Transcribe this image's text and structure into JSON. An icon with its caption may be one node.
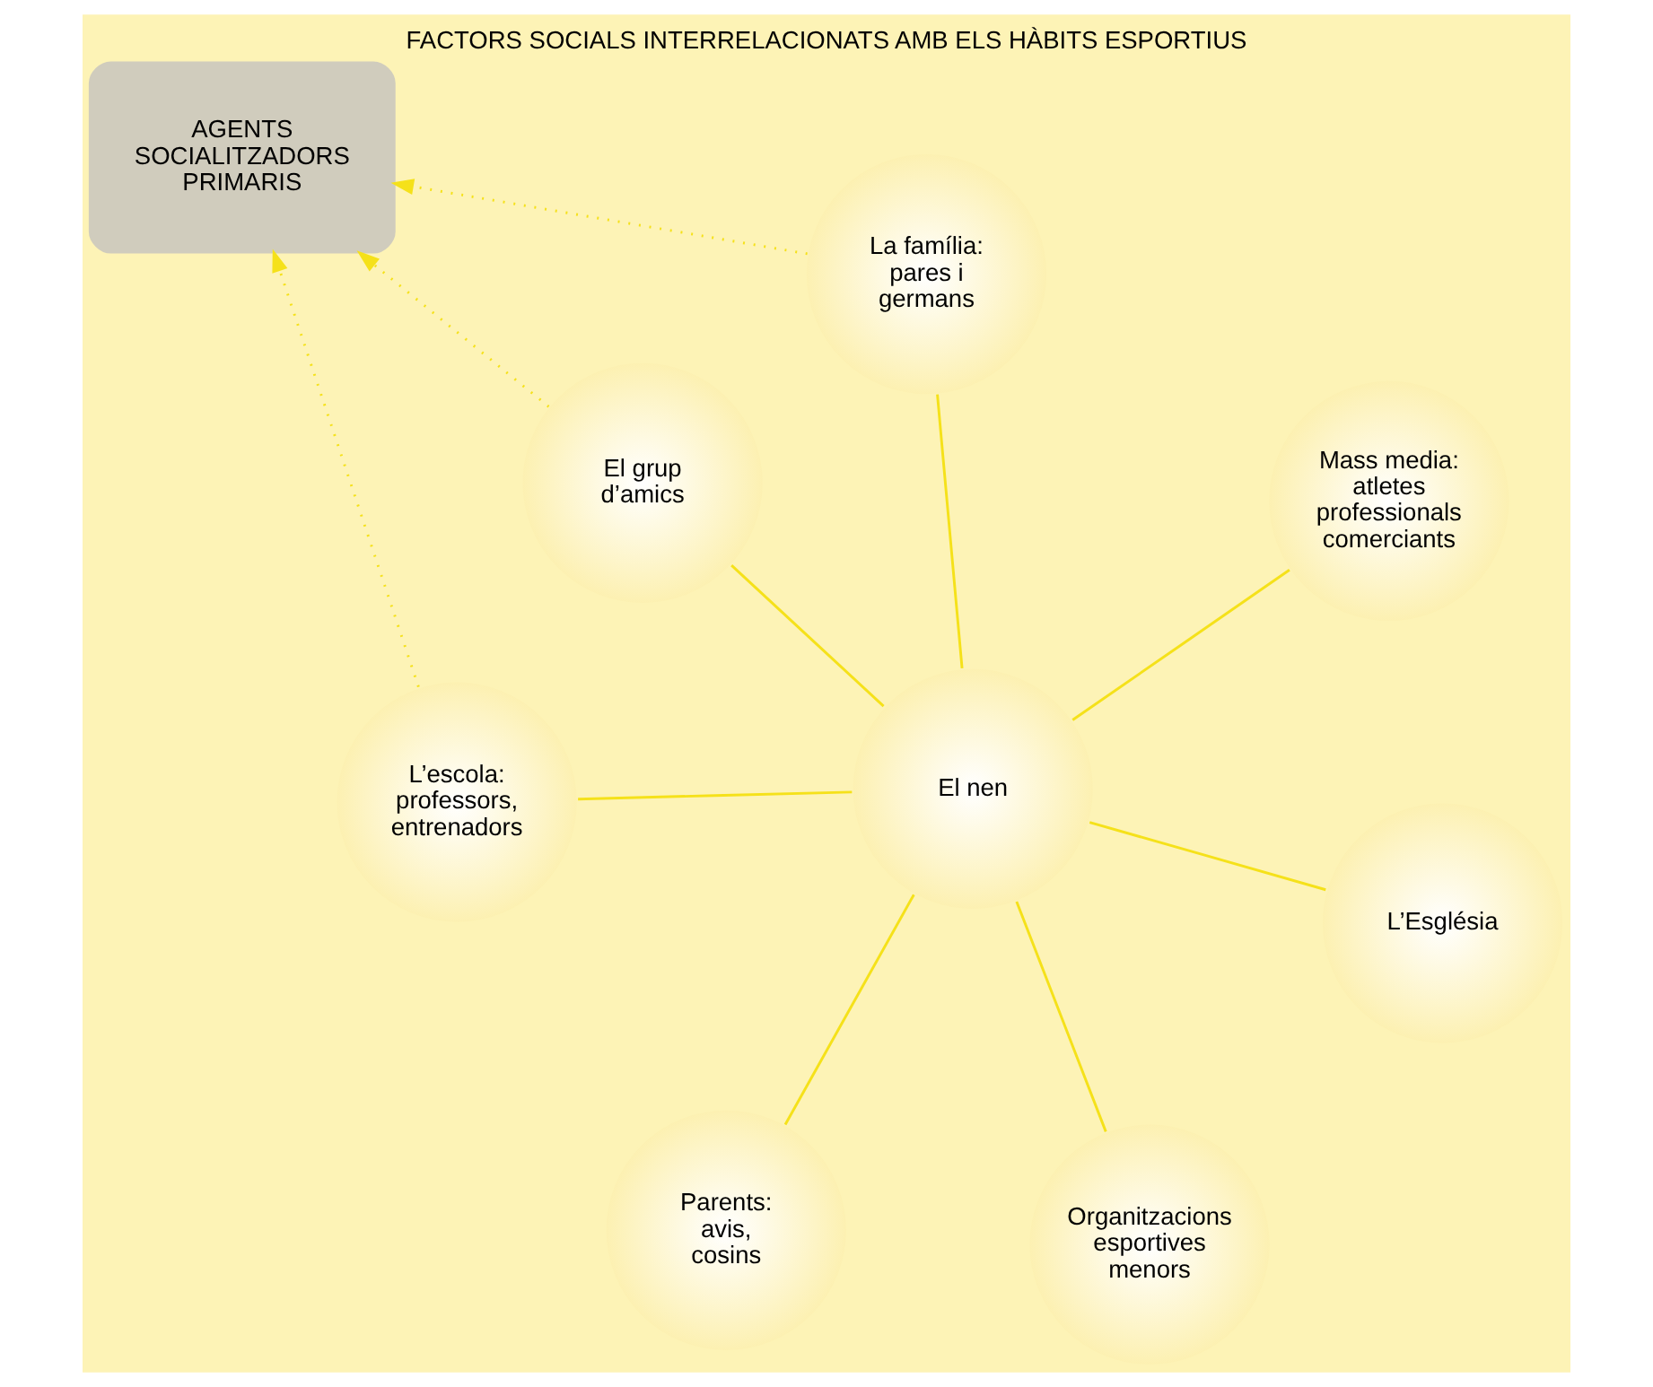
{
  "diagram": {
    "title": "FACTORS SOCIALS INTERRELACIONATS AMB ELS HÀBITS ESPORTIUS",
    "nodes": [
      {
        "text": [
          "El nen"
        ]
      },
      {
        "text": [
          "La família: pares i germans"
        ]
      },
      {
        "text": [
          "Organitzacions esportives menors"
        ]
      },
      {
        "text": [
          "L’escola: professors, entrenadors"
        ]
      },
      {
        "text": [
          "Mass media: atletes professionals comerciants"
        ]
      },
      {
        "text": [
          "El grup d’amics"
        ]
      },
      {
        "text": [
          "Parents: avis, cosins"
        ]
      },
      {
        "text": [
          "L’Església"
        ]
      },
      {
        "text": [
          "AGENTS SOCIALITZADORS PRIMARIS"
        ]
      }
    ],
    "edges": [
      {
        "from": 0,
        "to": 1,
        "arrow": "none"
      },
      {
        "from": 0,
        "to": 2,
        "arrow": "none"
      },
      {
        "from": 0,
        "to": 3,
        "arrow": "none"
      },
      {
        "from": 0,
        "to": 4,
        "arrow": "none"
      },
      {
        "from": 0,
        "to": 5,
        "arrow": "none"
      },
      {
        "from": 0,
        "to": 6,
        "arrow": "none"
      },
      {
        "from": 0,
        "to": 7,
        "arrow": "none"
      },
      {
        "from": 1,
        "to": 8,
        "arrow": "to",
        "style": "dashed"
      },
      {
        "from": 3,
        "to": 8,
        "arrow": "to",
        "style": "dashed"
      },
      {
        "from": 5,
        "to": 8,
        "arrow": "to",
        "style": "dashed"
      }
    ]
  }
}
